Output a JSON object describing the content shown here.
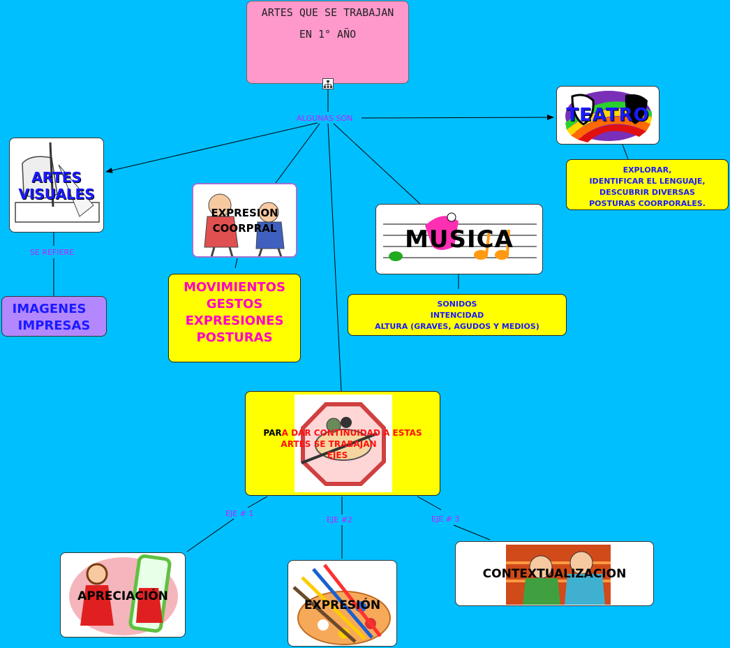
{
  "root": {
    "line1": "ARTES QUE SE TRABAJAN",
    "line2": "EN 1° AÑO"
  },
  "connectors": {
    "algunas_son": "ALGUNAS SON",
    "se_refiere": "SE REFIERE",
    "eje1": "EJE # 1",
    "eje2": "EJE #2",
    "eje3": "EJE # 3"
  },
  "teatro": {
    "title": "TEATRO",
    "desc": [
      "EXPLORAR,",
      "IDENTIFICAR EL LENGUAJE,",
      "DESCUBRIR DIVERSAS",
      "POSTURAS COORPORALES."
    ]
  },
  "artes_visuales": {
    "title_l1": "ARTES",
    "title_l2": "VISUALES",
    "desc": [
      "IMAGENES",
      "IMPRESAS"
    ]
  },
  "expresion_corporal": {
    "title_l1": "EXPRESION",
    "title_l2": "COORPRAL",
    "desc": [
      "MOVIMIENTOS",
      "GESTOS",
      "EXPRESIONES",
      "POSTURAS"
    ]
  },
  "musica": {
    "title": "MUSICA",
    "desc": [
      "SONIDOS",
      "INTENCIDAD",
      "ALTURA (GRAVES, AGUDOS Y MEDIOS)"
    ]
  },
  "center": {
    "prefix": "PAR",
    "rest1": "A DAR CONTINUIDAD A ESTAS",
    "line2": "ARTES SE TRABAJAN",
    "line3": "EJES"
  },
  "ejes": {
    "apreciacion": "APRECIACIÓN",
    "expresion": "EXPRESIÓN",
    "contextualizacion": "CONTEXTUALIZACION"
  }
}
